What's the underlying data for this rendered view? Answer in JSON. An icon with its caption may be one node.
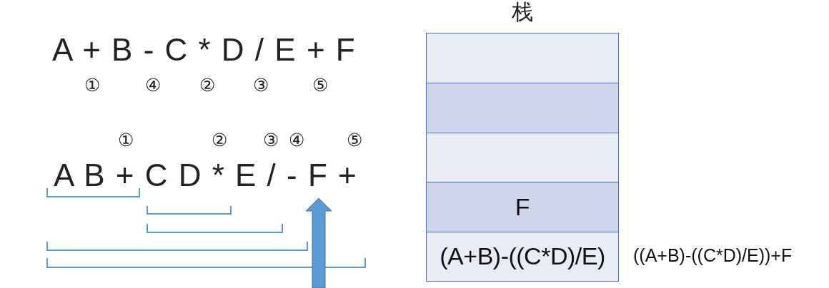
{
  "diagram": {
    "nodes": [
      {
        "text": [
          "栈"
        ]
      },
      {
        "text": [],
        "shape": "box",
        "in": 0
      },
      {
        "text": [],
        "shape": "box",
        "in": 0
      },
      {
        "text": [],
        "shape": "box",
        "in": 0
      },
      {
        "text": [
          "F"
        ],
        "in": 0
      },
      {
        "text": [
          "(A+B)-((C*D)/E)"
        ],
        "in": 0,
        "beside": [
          "((A+B)-((C*D)/E))+F"
        ]
      }
    ],
    "edges": [],
    "labels": [
      "A + B - C * D / E + F",
      "①",
      "④",
      "②",
      "③",
      "⑤",
      "①",
      "②",
      "③",
      "④",
      "⑤",
      "A B + C D * E / - F +"
    ]
  }
}
